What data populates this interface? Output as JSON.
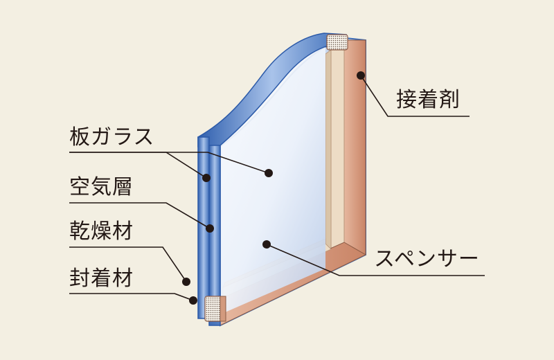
{
  "labels": {
    "sealant": "接着剤",
    "glass": "板ガラス",
    "air_layer": "空気層",
    "desiccant": "乾燥材",
    "sealing": "封着材",
    "spacer": "スペンサー"
  },
  "colors": {
    "background": "#f3efe2",
    "leader": "#231815",
    "glass_edge": "#4a78c0",
    "glass_face": "#e6eef8",
    "spacer_frame": "#d39a7e",
    "spacer_inner": "#e8d9c2"
  }
}
